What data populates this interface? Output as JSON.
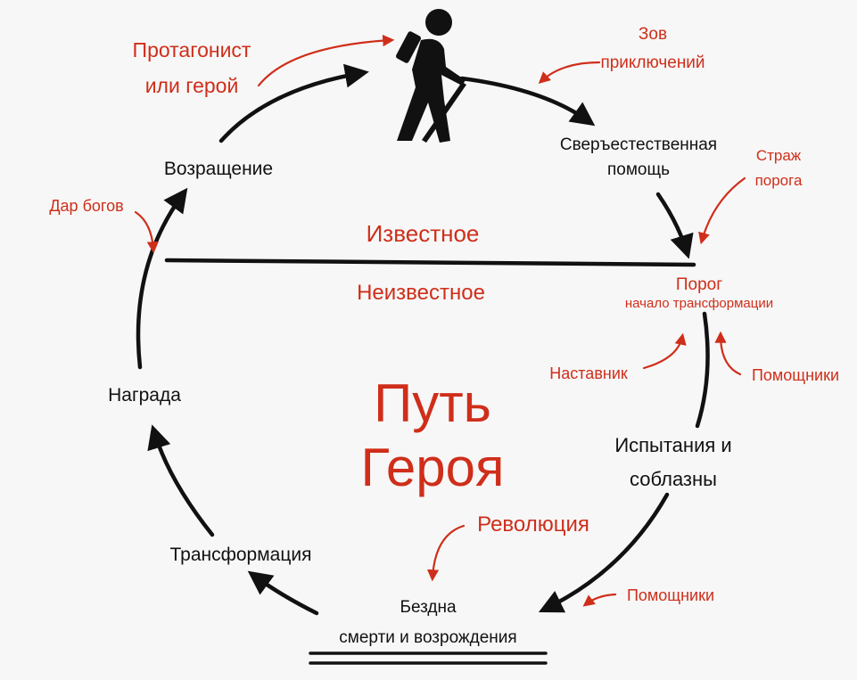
{
  "title": [
    "Путь",
    "Героя"
  ],
  "colors": {
    "accent": "#cf2e1a",
    "ink": "#111111",
    "background": "#f7f7f7"
  },
  "stages": {
    "return": "Возращение",
    "supernatural": [
      "Сверъестественная",
      "помощь"
    ],
    "threshold": [
      "Порог",
      "начало трансформации"
    ],
    "trials": [
      "Испытания и",
      "соблазны"
    ],
    "abyss": [
      "Бездна",
      "смерти и возрождения"
    ],
    "transformation": "Трансформация",
    "reward": "Награда"
  },
  "annotations": {
    "protagonist": [
      "Протагонист",
      "или герой"
    ],
    "call": [
      "Зов",
      "приключений"
    ],
    "guardian": [
      "Страж",
      "порога"
    ],
    "gift": "Дар богов",
    "mentor": "Наставник",
    "helpers_right": "Помощники",
    "revolution": "Революция",
    "helpers_bottom": "Помощники"
  },
  "zones": {
    "known": "Известное",
    "unknown": "Неизвестное"
  },
  "icons": {
    "hero": "hiker-icon"
  }
}
